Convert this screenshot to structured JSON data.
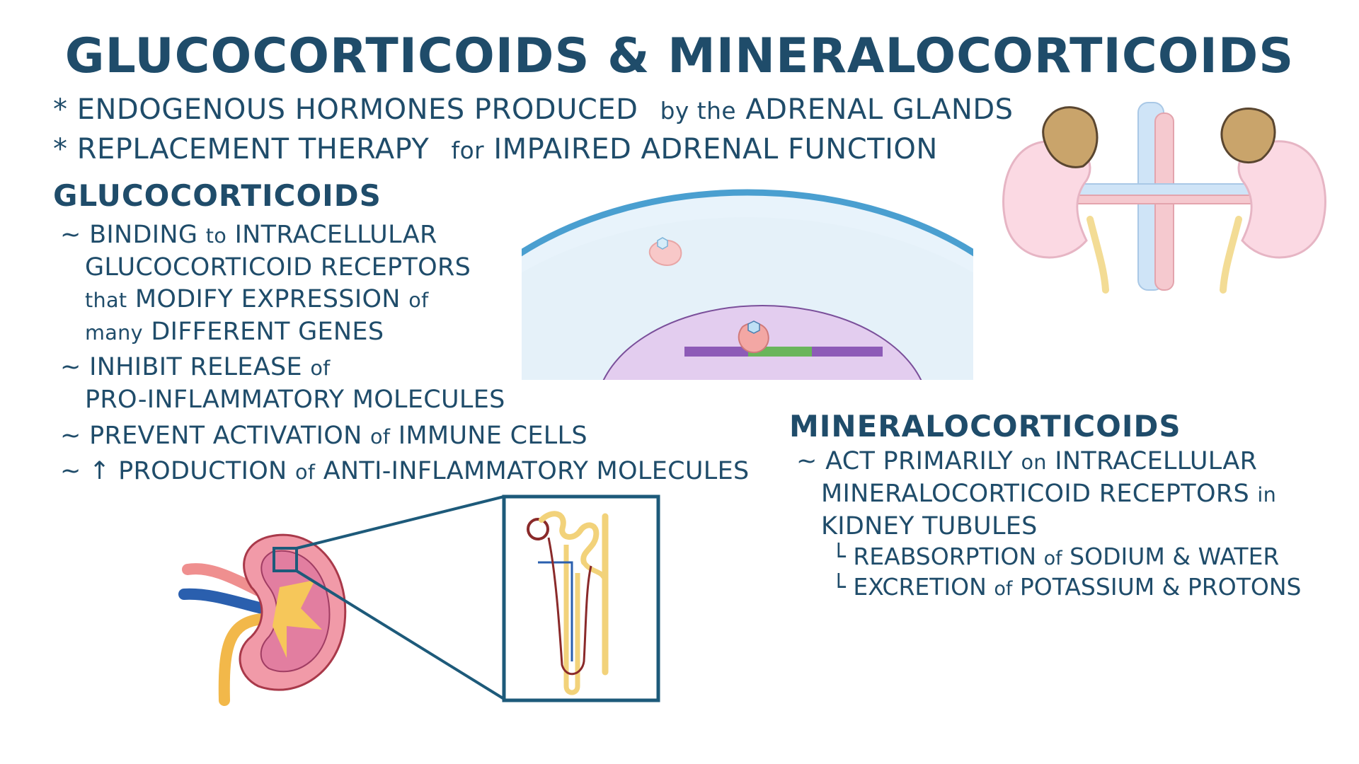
{
  "title": "GLUCOCORTICOIDS & MINERALOCORTICOIDS",
  "intro": [
    {
      "bullet": "*",
      "lead": "ENDOGENOUS HORMONES PRODUCED",
      "connector": "by the",
      "tail": "ADRENAL GLANDS"
    },
    {
      "bullet": "*",
      "lead": "REPLACEMENT THERAPY",
      "connector": "for",
      "tail": "IMPAIRED ADRENAL FUNCTION"
    }
  ],
  "glucocorticoids": {
    "heading": "GLUCOCORTICOIDS",
    "points": [
      {
        "marker": "~",
        "lines": [
          {
            "a": "BINDING",
            "b": "to",
            "c": "INTRACELLULAR"
          },
          {
            "a": "GLUCOCORTICOID RECEPTORS",
            "b": "",
            "c": ""
          },
          {
            "a": "",
            "b": "that",
            "c": "MODIFY EXPRESSION",
            "d": "of"
          },
          {
            "a": "",
            "b": "many",
            "c": "DIFFERENT GENES"
          }
        ]
      },
      {
        "marker": "~",
        "lines": [
          {
            "a": "INHIBIT RELEASE",
            "b": "of"
          },
          {
            "a": "PRO-INFLAMMATORY MOLECULES"
          }
        ]
      },
      {
        "marker": "~",
        "lines": [
          {
            "a": "PREVENT ACTIVATION",
            "b": "of",
            "c": "IMMUNE CELLS"
          }
        ]
      },
      {
        "marker": "~ ↑",
        "lines": [
          {
            "a": "PRODUCTION",
            "b": "of",
            "c": "ANTI-INFLAMMATORY MOLECULES"
          }
        ]
      }
    ]
  },
  "mineralocorticoids": {
    "heading": "MINERALOCORTICOIDS",
    "marker": "~",
    "line1": {
      "a": "ACT PRIMARILY",
      "b": "on",
      "c": "INTRACELLULAR"
    },
    "line2": {
      "a": "MINERALOCORTICOID RECEPTORS",
      "b": "in"
    },
    "line3": {
      "a": "KIDNEY TUBULES"
    },
    "subs": [
      {
        "marker": "└",
        "a": "REABSORPTION",
        "b": "of",
        "c": "SODIUM & WATER"
      },
      {
        "marker": "└",
        "a": "EXCRETION",
        "b": "of",
        "c": "POTASSIUM & PROTONS"
      }
    ]
  },
  "colors": {
    "text": "#1f4c6a",
    "frame": "#1d5a7a",
    "kidney": "#f7a8b4",
    "cell_membrane": "#4a9fd0",
    "nucleus": "#e3cdef",
    "gland": "#c9a46b"
  },
  "icons": {
    "adrenal_kidneys": "adrenal-kidney-illustration",
    "cell": "cell-nucleus-illustration",
    "kidney": "kidney-cross-section-illustration",
    "nephron": "nephron-illustration"
  }
}
